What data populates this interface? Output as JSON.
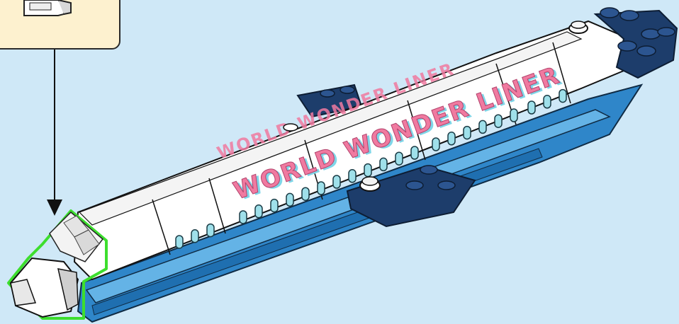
{
  "instruction_step": {
    "callout_label": "previous-step sub-assembly",
    "arrow_direction": "down"
  },
  "model": {
    "name": "airplane",
    "livery_text": "WORLD WONDER LINER",
    "livery_text_far_side": "WORLD WONDER LINER",
    "colors": {
      "background": "#cfe8f7",
      "fuselage_white": "#ffffff",
      "hull_blue": "#2f86c9",
      "hull_light_blue": "#64b3e6",
      "dark_navy": "#1d3d6b",
      "window_teal": "#9fe0ea",
      "livery_pink": "#f07aa0",
      "highlight_green": "#3dde2e",
      "callout_cream": "#fdf1cf"
    }
  }
}
